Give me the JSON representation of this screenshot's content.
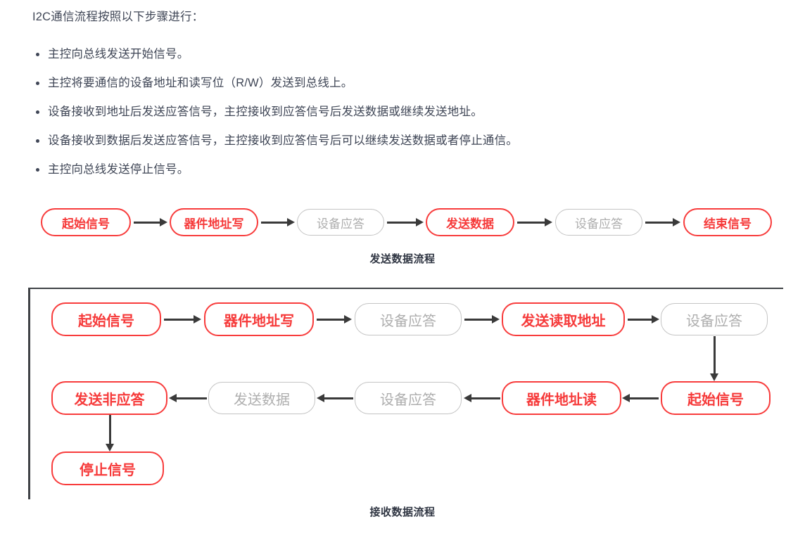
{
  "intro": {
    "text": "I2C通信流程按照以下步骤进行："
  },
  "steps": [
    "主控向总线发送开始信号。",
    "主控将要通信的设备地址和读写位（R/W）发送到总线上。",
    "设备接收到地址后发送应答信号，主控接收到应答信号后发送数据或继续发送地址。",
    "设备接收到数据后发送应答信号，主控接收到应答信号后可以继续发送数据或者停止通信。",
    "主控向总线发送停止信号。"
  ],
  "colors": {
    "red": "#f83c3c",
    "gray_border": "#c4c4c4",
    "gray_text": "#aeaeae",
    "arrow": "#3a3a3a",
    "text": "#3f4656"
  },
  "send_flow": {
    "caption": "发送数据流程",
    "nodes": [
      {
        "label": "起始信号",
        "style": "red"
      },
      {
        "label": "器件地址写",
        "style": "red"
      },
      {
        "label": "设备应答",
        "style": "gray"
      },
      {
        "label": "发送数据",
        "style": "red"
      },
      {
        "label": "设备应答",
        "style": "gray"
      },
      {
        "label": "结束信号",
        "style": "red"
      }
    ]
  },
  "receive_flow": {
    "caption": "接收数据流程",
    "row1": [
      {
        "label": "起始信号",
        "style": "red"
      },
      {
        "label": "器件地址写",
        "style": "red"
      },
      {
        "label": "设备应答",
        "style": "gray"
      },
      {
        "label": "发送读取地址",
        "style": "red"
      },
      {
        "label": "设备应答",
        "style": "gray"
      }
    ],
    "row2": [
      {
        "label": "发送非应答",
        "style": "red"
      },
      {
        "label": "发送数据",
        "style": "gray"
      },
      {
        "label": "设备应答",
        "style": "gray"
      },
      {
        "label": "器件地址读",
        "style": "red"
      },
      {
        "label": "起始信号",
        "style": "red"
      }
    ],
    "row3": [
      {
        "label": "停止信号",
        "style": "red"
      }
    ]
  }
}
